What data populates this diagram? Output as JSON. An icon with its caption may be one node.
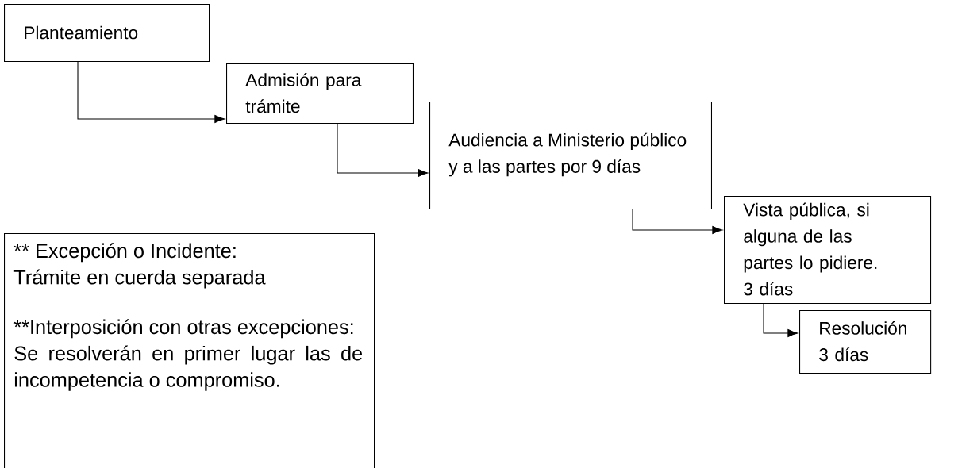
{
  "diagram": {
    "nodes": [
      {
        "text": [
          "Planteamiento"
        ]
      },
      {
        "text": [
          "Admisión para trámite"
        ]
      },
      {
        "text": [
          "Audiencia a Ministerio público y a las partes por 9 días"
        ]
      },
      {
        "text": [
          "Vista pública, si alguna de las partes lo pidiere. 3 días"
        ]
      },
      {
        "text": [
          "Resolución 3 días"
        ]
      },
      {
        "text": [
          "** Excepción o Incidente:",
          "Trámite en cuerda separada",
          "**Interposición con otras excepciones:",
          "Se resolverán en primer lugar las de incompetencia o compromiso."
        ]
      }
    ],
    "edges": [
      {
        "from": 0,
        "to": 1,
        "arrow": "to"
      },
      {
        "from": 1,
        "to": 2,
        "arrow": "to"
      },
      {
        "from": 2,
        "to": 3,
        "arrow": "to"
      },
      {
        "from": 3,
        "to": 4,
        "arrow": "to"
      }
    ]
  }
}
